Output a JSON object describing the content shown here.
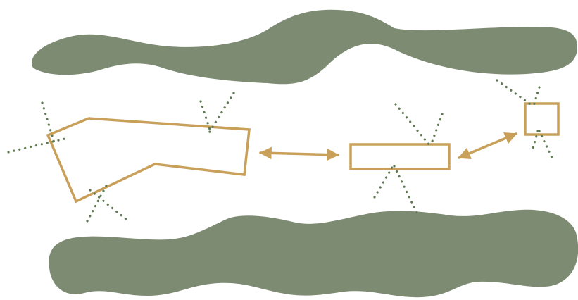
{
  "colors": {
    "background": "#ffffff",
    "land": "#7e8b73",
    "accent": "#c8a05a",
    "dots": "#5f7a52"
  },
  "diagram": {
    "regions": [
      "land-mass-top",
      "land-mass-bottom"
    ],
    "shapes": [
      "irregular-polygon",
      "wide-rectangle",
      "small-square"
    ],
    "connectors": [
      {
        "from": "irregular-polygon",
        "to": "wide-rectangle",
        "style": "double-arrow"
      },
      {
        "from": "wide-rectangle",
        "to": "small-square",
        "style": "double-arrow"
      }
    ]
  }
}
